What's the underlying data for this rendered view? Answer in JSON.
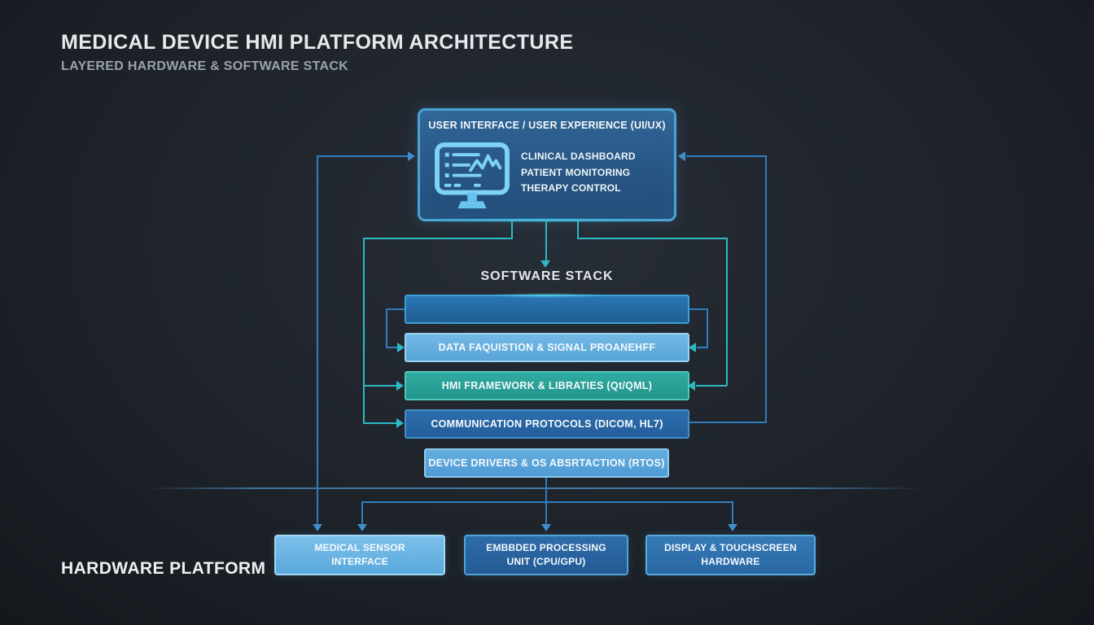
{
  "header": {
    "title": "MEDICAL DEVICE HMI PLATFORM ARCHITECTURE",
    "subtitle": "LAYERED HARDWARE & SOFTWARE STACK"
  },
  "ui_box": {
    "title": "USER INTERFACE / USER EXPERIENCE (UI/UX)",
    "icon": "monitor-waveform-icon",
    "items": [
      "CLINICAL DASHBOARD",
      "PATIENT MONITORING",
      "THERAPY CONTROL"
    ]
  },
  "software_stack": {
    "label": "SOFTWARE STACK",
    "layers": [
      {
        "label": ""
      },
      {
        "label": "DATA FAQUISTION & SIGNAL PROANEHFF"
      },
      {
        "label": "HMI FRAMEWORK & LIBRATIES (Qt/QML)"
      },
      {
        "label": "COMMUNICATION PROTOCOLS (DICOM, HL7)"
      },
      {
        "label": "DEVICE DRIVERS & OS ABSRTACTION (RTOS)"
      }
    ]
  },
  "hardware": {
    "label": "HARDWARE PLATFORM",
    "boxes": [
      {
        "label": "MEDICAL SENSOR\nINTERFACE"
      },
      {
        "label": "EMBBDED PROCESSING\nUNIT (CPU/GPU)"
      },
      {
        "label": "DISPLAY & TOUCHSCREEN\nHARDWARE"
      }
    ]
  },
  "colors": {
    "background": "#20252c",
    "teal_connector": "#2bbac5",
    "blue_connector": "#2f7dbe",
    "ui_box_fill": "#275685",
    "ui_box_border": "#4ba2d6",
    "layer_teal_fill": "#2aa397",
    "layer_lightblue_fill": "#66afe0",
    "layer_blue_fill": "#2a6aa8",
    "icon_stroke": "#7ed2f6"
  }
}
